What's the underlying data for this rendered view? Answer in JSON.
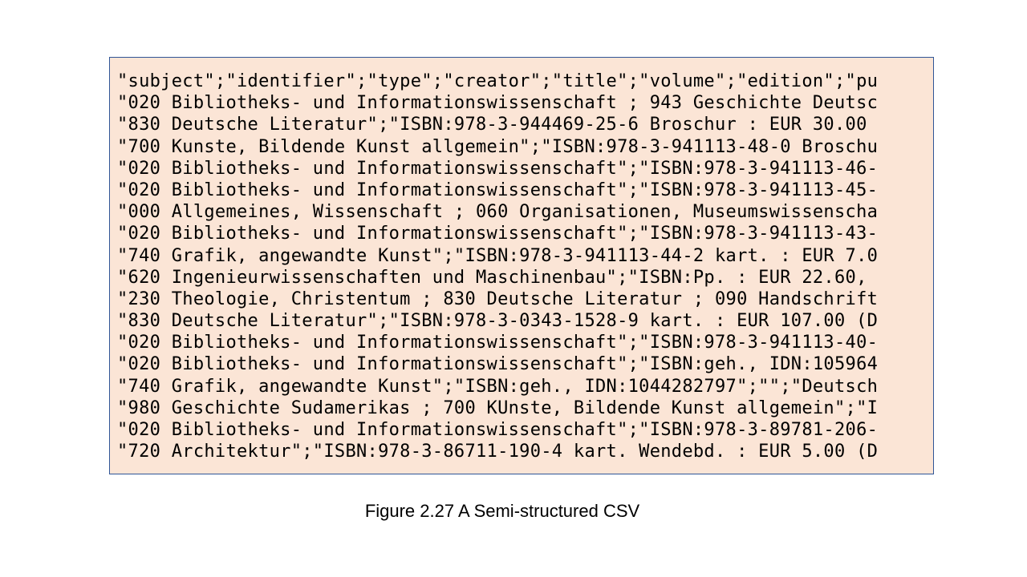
{
  "csv": {
    "lines": [
      "\"subject\";\"identifier\";\"type\";\"creator\";\"title\";\"volume\";\"edition\";\"pu",
      "\"020 Bibliotheks- und Informationswissenschaft ; 943 Geschichte Deutsc",
      "\"830 Deutsche Literatur\";\"ISBN:978-3-944469-25-6 Broschur : EUR 30.00",
      "\"700 Kunste, Bildende Kunst allgemein\";\"ISBN:978-3-941113-48-0 Broschu",
      "\"020 Bibliotheks- und Informationswissenschaft\";\"ISBN:978-3-941113-46-",
      "\"020 Bibliotheks- und Informationswissenschaft\";\"ISBN:978-3-941113-45-",
      "\"000 Allgemeines, Wissenschaft ; 060 Organisationen, Museumswissenscha",
      "\"020 Bibliotheks- und Informationswissenschaft\";\"ISBN:978-3-941113-43-",
      "\"740 Grafik, angewandte Kunst\";\"ISBN:978-3-941113-44-2 kart. : EUR 7.0",
      "\"620 Ingenieurwissenschaften und Maschinenbau\";\"ISBN:Pp. : EUR 22.60,",
      "\"230 Theologie, Christentum ; 830 Deutsche Literatur ; 090 Handschrift",
      "\"830 Deutsche Literatur\";\"ISBN:978-3-0343-1528-9 kart. : EUR 107.00 (D",
      "\"020 Bibliotheks- und Informationswissenschaft\";\"ISBN:978-3-941113-40-",
      "\"020 Bibliotheks- und Informationswissenschaft\";\"ISBN:geh., IDN:105964",
      "\"740 Grafik, angewandte Kunst\";\"ISBN:geh., IDN:1044282797\";\"\";\"Deutsch",
      "\"980 Geschichte Sudamerikas ; 700 KUnste, Bildende Kunst allgemein\";\"I",
      "\"020 Bibliotheks- und Informationswissenschaft\";\"ISBN:978-3-89781-206-",
      "\"720 Architektur\";\"ISBN:978-3-86711-190-4 kart. Wendebd. : EUR 5.00 (D"
    ],
    "background_color": "#fbe5d6",
    "border_color": "#2f5597"
  },
  "caption": {
    "text": "Figure 2.27 A Semi-structured CSV"
  }
}
